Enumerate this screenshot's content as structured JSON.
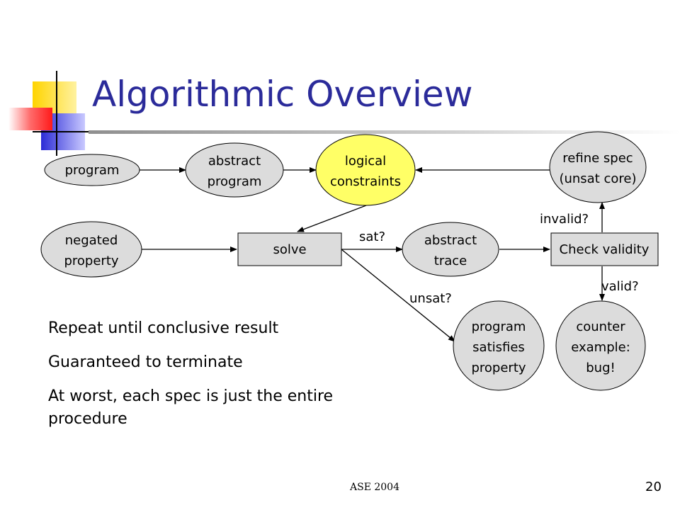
{
  "slide": {
    "title": "Algorithmic Overview",
    "footer_left": "ASE 2004",
    "page_number": "20"
  },
  "diagram": {
    "nodes": {
      "program": "program",
      "abstract_program": [
        "abstract",
        "program"
      ],
      "logical_constraints": [
        "logical",
        "constraints"
      ],
      "refine_spec": [
        "refine spec",
        "(unsat core)"
      ],
      "negated_property": [
        "negated",
        "property"
      ],
      "solve": "solve",
      "abstract_trace": [
        "abstract",
        "trace"
      ],
      "check_validity": "Check validity",
      "program_satisfies": [
        "program",
        "satisfies",
        "property"
      ],
      "counter_example": [
        "counter",
        "example:",
        "bug!"
      ]
    },
    "edge_labels": {
      "sat": "sat?",
      "unsat": "unsat?",
      "invalid": "invalid?",
      "valid": "valid?"
    },
    "colors": {
      "node_fill": "#dcdcdc",
      "highlight_fill": "#ffff66",
      "title_color": "#2b2b9a"
    }
  },
  "bullets": [
    "Repeat until conclusive result",
    "Guaranteed to terminate",
    "At worst, each spec is just the entire procedure"
  ]
}
